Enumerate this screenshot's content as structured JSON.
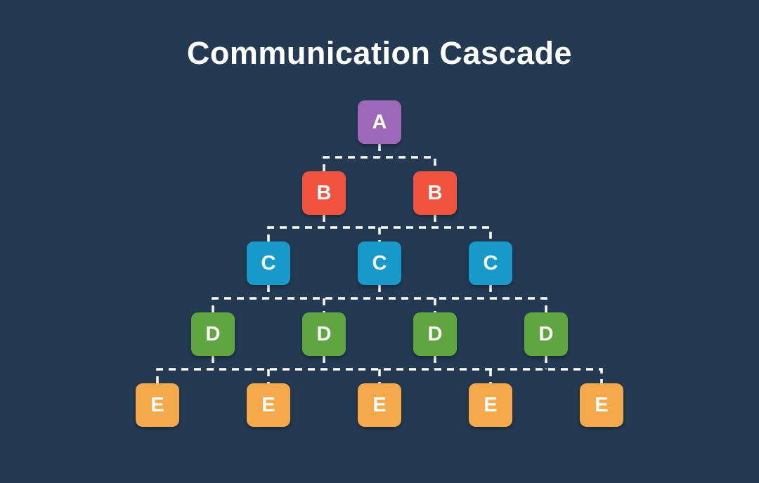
{
  "title": "Communication Cascade",
  "colors": {
    "background": "#243A52",
    "connector": "#FFFFFF",
    "node_text": "#FFFFFF"
  },
  "levels": [
    {
      "label": "A",
      "color": "#9D68B8",
      "count": 1
    },
    {
      "label": "B",
      "color": "#F0533F",
      "count": 2
    },
    {
      "label": "C",
      "color": "#1799C9",
      "count": 3
    },
    {
      "label": "D",
      "color": "#5FA641",
      "count": 4
    },
    {
      "label": "E",
      "color": "#F4A94B",
      "count": 5
    }
  ]
}
